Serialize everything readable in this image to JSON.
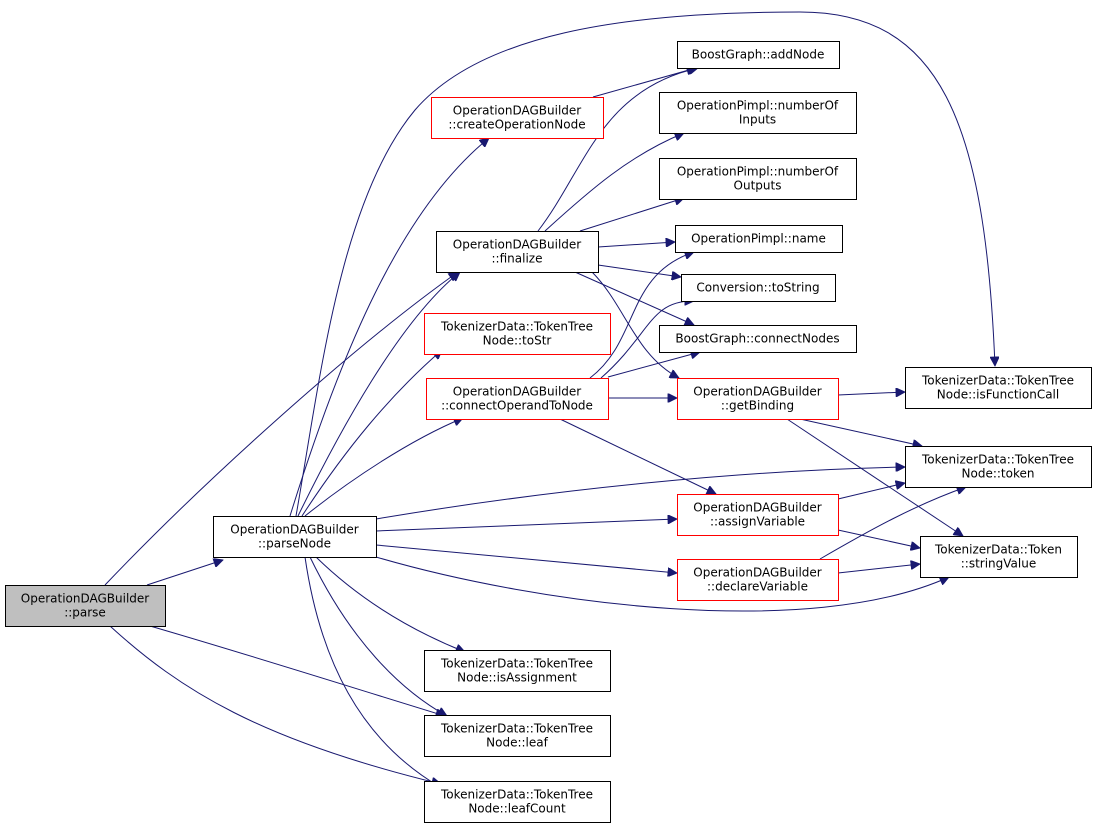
{
  "colors": {
    "edge": "#191970",
    "root_fill": "#bfbfbf",
    "link_border": "#ff0000",
    "node_border": "#000000"
  },
  "nodes": {
    "parse": {
      "lines": [
        "OperationDAGBuilder",
        "::parse"
      ]
    },
    "parseNode": {
      "lines": [
        "OperationDAGBuilder",
        "::parseNode"
      ]
    },
    "createOperationNode": {
      "lines": [
        "OperationDAGBuilder",
        "::createOperationNode"
      ]
    },
    "finalize": {
      "lines": [
        "OperationDAGBuilder",
        "::finalize"
      ]
    },
    "toStr": {
      "lines": [
        "TokenizerData::TokenTree",
        "Node::toStr"
      ]
    },
    "connectOperandToNode": {
      "lines": [
        "OperationDAGBuilder",
        "::connectOperandToNode"
      ]
    },
    "isAssignment": {
      "lines": [
        "TokenizerData::TokenTree",
        "Node::isAssignment"
      ]
    },
    "leaf": {
      "lines": [
        "TokenizerData::TokenTree",
        "Node::leaf"
      ]
    },
    "leafCount": {
      "lines": [
        "TokenizerData::TokenTree",
        "Node::leafCount"
      ]
    },
    "addNode": {
      "lines": [
        "BoostGraph::addNode"
      ]
    },
    "numberOfInputs": {
      "lines": [
        "OperationPimpl::numberOf",
        "Inputs"
      ]
    },
    "numberOfOutputs": {
      "lines": [
        "OperationPimpl::numberOf",
        "Outputs"
      ]
    },
    "name": {
      "lines": [
        "OperationPimpl::name"
      ]
    },
    "toString": {
      "lines": [
        "Conversion::toString"
      ]
    },
    "connectNodes": {
      "lines": [
        "BoostGraph::connectNodes"
      ]
    },
    "getBinding": {
      "lines": [
        "OperationDAGBuilder",
        "::getBinding"
      ]
    },
    "assignVariable": {
      "lines": [
        "OperationDAGBuilder",
        "::assignVariable"
      ]
    },
    "declareVariable": {
      "lines": [
        "OperationDAGBuilder",
        "::declareVariable"
      ]
    },
    "isFunctionCall": {
      "lines": [
        "TokenizerData::TokenTree",
        "Node::isFunctionCall"
      ]
    },
    "token": {
      "lines": [
        "TokenizerData::TokenTree",
        "Node::token"
      ]
    },
    "stringValue": {
      "lines": [
        "TokenizerData::Token",
        "::stringValue"
      ]
    }
  },
  "edges": [
    [
      "parse",
      "parseNode"
    ],
    [
      "parse",
      "finalize"
    ],
    [
      "parse",
      "leaf"
    ],
    [
      "parse",
      "leafCount"
    ],
    [
      "parseNode",
      "createOperationNode"
    ],
    [
      "parseNode",
      "finalize"
    ],
    [
      "parseNode",
      "toStr"
    ],
    [
      "parseNode",
      "connectOperandToNode"
    ],
    [
      "parseNode",
      "isFunctionCall"
    ],
    [
      "parseNode",
      "token"
    ],
    [
      "parseNode",
      "assignVariable"
    ],
    [
      "parseNode",
      "declareVariable"
    ],
    [
      "parseNode",
      "stringValue"
    ],
    [
      "parseNode",
      "isAssignment"
    ],
    [
      "parseNode",
      "leaf"
    ],
    [
      "parseNode",
      "leafCount"
    ],
    [
      "createOperationNode",
      "addNode"
    ],
    [
      "finalize",
      "addNode"
    ],
    [
      "finalize",
      "numberOfInputs"
    ],
    [
      "finalize",
      "numberOfOutputs"
    ],
    [
      "finalize",
      "name"
    ],
    [
      "finalize",
      "toString"
    ],
    [
      "finalize",
      "connectNodes"
    ],
    [
      "finalize",
      "getBinding"
    ],
    [
      "connectOperandToNode",
      "name"
    ],
    [
      "connectOperandToNode",
      "toString"
    ],
    [
      "connectOperandToNode",
      "connectNodes"
    ],
    [
      "connectOperandToNode",
      "getBinding"
    ],
    [
      "connectOperandToNode",
      "assignVariable"
    ],
    [
      "getBinding",
      "isFunctionCall"
    ],
    [
      "getBinding",
      "token"
    ],
    [
      "getBinding",
      "stringValue"
    ],
    [
      "assignVariable",
      "token"
    ],
    [
      "assignVariable",
      "stringValue"
    ],
    [
      "declareVariable",
      "token"
    ],
    [
      "declareVariable",
      "stringValue"
    ]
  ]
}
